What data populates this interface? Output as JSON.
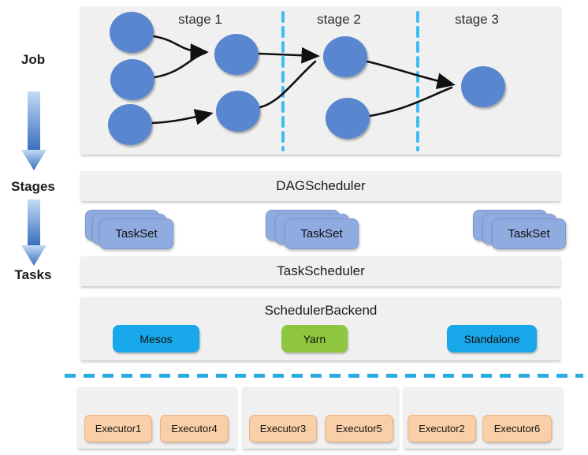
{
  "pipeline_labels": {
    "job": "Job",
    "stages": "Stages",
    "tasks": "Tasks"
  },
  "dag": {
    "stages": [
      {
        "label": "stage 1"
      },
      {
        "label": "stage 2"
      },
      {
        "label": "stage 3"
      }
    ]
  },
  "schedulers": {
    "dag_scheduler": "DAGScheduler",
    "task_scheduler": "TaskScheduler",
    "scheduler_backend": "SchedulerBackend"
  },
  "tasksets": [
    {
      "label": "TaskSet"
    },
    {
      "label": "TaskSet"
    },
    {
      "label": "TaskSet"
    }
  ],
  "backends": [
    {
      "label": "Mesos",
      "color": "#18a8e9"
    },
    {
      "label": "Yarn",
      "color": "#8ec73f"
    },
    {
      "label": "Standalone",
      "color": "#18a8e9"
    }
  ],
  "executor_groups": [
    {
      "executors": [
        "Executor1",
        "Executor4"
      ]
    },
    {
      "executors": [
        "Executor3",
        "Executor5"
      ]
    },
    {
      "executors": [
        "Executor2",
        "Executor6"
      ]
    }
  ],
  "colors": {
    "panel_gray": "#f0f0f0",
    "node_blue": "#5886cf",
    "taskset_blue": "#8fabdf",
    "backend_cyan": "#18a8e9",
    "backend_green": "#8ec73f",
    "executor_peach": "#f9cfa7",
    "cluster_dash_cyan": "#2aabe2",
    "stage_divider_cyan": "#3dbef2",
    "arrow_black": "#111111"
  }
}
